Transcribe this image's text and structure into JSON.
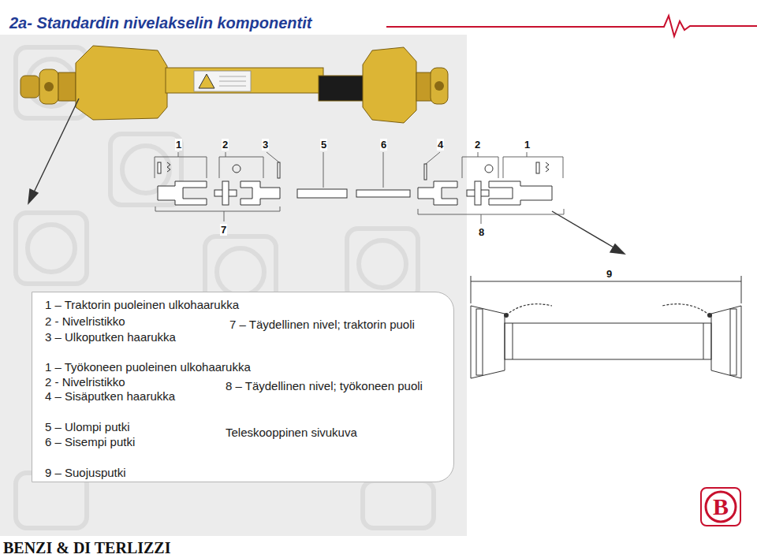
{
  "diagram": {
    "title": "2a- Standardin nivelakselin komponentit",
    "nodes": [
      {
        "text": [
          "1 – Traktorin puoleinen ulkohaarukka",
          "2 - Nivelristikko",
          "3 – Ulkoputken haarukka",
          "7 – Täydellinen nivel; traktorin puoli",
          "1 – Työkoneen puoleinen ulkohaarukka",
          "2 - Nivelristikko",
          "4 – Sisäputken haarukka",
          "8 – Täydellinen nivel; työkoneen puoli",
          "5 – Ulompi putki",
          "6 – Sisempi putki",
          "Teleskooppinen sivukuva",
          "9 – Suojusputki"
        ]
      },
      {
        "text": [
          "B"
        ]
      }
    ],
    "labels": [
      "1",
      "2",
      "3",
      "5",
      "6",
      "4",
      "2",
      "1",
      "7",
      "8",
      "9",
      "BENZI & DI TERLIZZI"
    ]
  }
}
